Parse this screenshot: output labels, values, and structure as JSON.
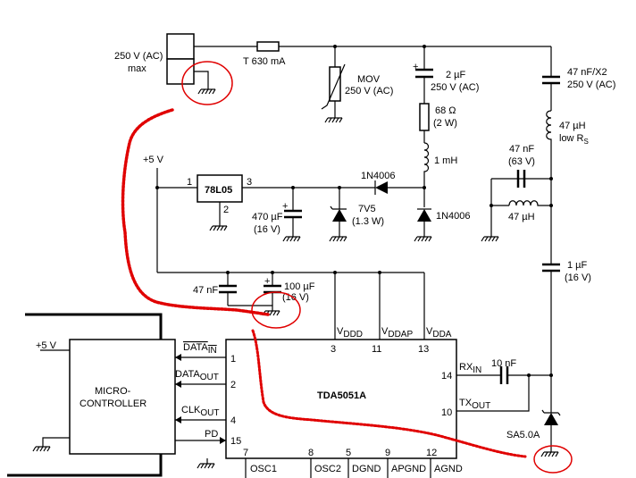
{
  "mains": {
    "voltage": "250 V (AC)",
    "max": "max"
  },
  "fuse": {
    "label": "T 630 mA"
  },
  "mov": {
    "name": "MOV",
    "rating": "250 V (AC)"
  },
  "cap_2uf": {
    "value": "2 µF",
    "rating": "250 V (AC)"
  },
  "resistor": {
    "value": "68 Ω",
    "power": "(2 W)"
  },
  "inductor_1mh": {
    "value": "1 mH"
  },
  "cap_47nf_x2": {
    "value": "47 nF/X2",
    "rating": "250 V (AC)"
  },
  "inductor_47uh_series": {
    "value": "47 µH",
    "note": "low R",
    "note_sub": "S"
  },
  "cap_47nf_63v": {
    "value": "47 nF",
    "rating": "(63 V)"
  },
  "inductor_47uh_shunt": {
    "value": "47 µH"
  },
  "cap_1uf": {
    "value": "1 µF",
    "rating": "(16 V)"
  },
  "supply": {
    "plus5v": "+5 V"
  },
  "regulator": {
    "name": "78L05",
    "pin1": "1",
    "pin2": "2",
    "pin3": "3"
  },
  "diode_top": {
    "name": "1N4006"
  },
  "diode_bottom": {
    "name": "1N4006"
  },
  "cap_470uf": {
    "value": "470 µF",
    "rating": "(16 V)"
  },
  "zener": {
    "value": "7V5",
    "power": "(1.3 W)"
  },
  "cap_47nf": {
    "value": "47 nF"
  },
  "cap_100uf": {
    "value": "100 µF",
    "rating": "(16 V)"
  },
  "ic": {
    "name": "TDA5051A",
    "pins": {
      "vddd": {
        "label": "V",
        "sub": "DDD",
        "num": "3"
      },
      "vddap": {
        "label": "V",
        "sub": "DDAP",
        "num": "11"
      },
      "vdda": {
        "label": "V",
        "sub": "DDA",
        "num": "13"
      },
      "data_in": {
        "num": "1"
      },
      "data_out": {
        "num": "2"
      },
      "clk_out": {
        "num": "4"
      },
      "pd": {
        "num": "15"
      },
      "rx_in": {
        "label": "RX",
        "sub": "IN",
        "num": "14"
      },
      "tx_out": {
        "label": "TX",
        "sub": "OUT",
        "num": "10"
      },
      "osc1": {
        "label": "OSC1",
        "num": "7"
      },
      "osc2": {
        "label": "OSC2",
        "num": "8"
      },
      "dgnd": {
        "label": "DGND",
        "num": "5"
      },
      "apgnd": {
        "label": "APGND",
        "num": "9"
      },
      "agnd": {
        "label": "AGND",
        "num": "12"
      }
    }
  },
  "mcu": {
    "line1": "MICRO-",
    "line2": "CONTROLLER",
    "supply": "+5 V",
    "signals": {
      "data_in": {
        "label": "DATA",
        "sub": "IN"
      },
      "data_out": {
        "label": "DATA",
        "sub": "OUT"
      },
      "clk_out": {
        "label": "CLK",
        "sub": "OUT"
      },
      "pd": {
        "label": "PD"
      }
    }
  },
  "cap_10nf": {
    "value": "10 nF"
  },
  "tvs": {
    "name": "SA5.0A"
  },
  "colors": {
    "wire": "#000000",
    "annotation": "#e00000"
  }
}
